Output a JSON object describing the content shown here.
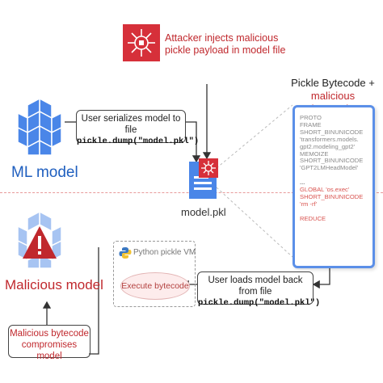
{
  "ml_model": {
    "label": "ML model"
  },
  "malicious_model": {
    "label": "Malicious model"
  },
  "serialize_box": {
    "text": "User serializes model to file",
    "code": "pickle.dump(\"model.pkl\")"
  },
  "attacker": {
    "line1": "Attacker injects malicious",
    "line2": "pickle payload in model file"
  },
  "model_file": {
    "label": "model.pkl"
  },
  "bytecode_panel": {
    "title_line1": "Pickle Bytecode +",
    "title_line2": "malicious bytecode",
    "lines": [
      {
        "text": "PROTO",
        "mal": false
      },
      {
        "text": "FRAME",
        "mal": false
      },
      {
        "text": "SHORT_BINUNICODE",
        "mal": false
      },
      {
        "text": "'transformers.models.",
        "mal": false
      },
      {
        "text": "gpt2.modeling_gpt2'",
        "mal": false
      },
      {
        "text": "MEMOIZE",
        "mal": false
      },
      {
        "text": "SHORT_BINUNICODE",
        "mal": false
      },
      {
        "text": "'GPT2LMHeadModel'",
        "mal": false
      },
      {
        "text": "",
        "mal": false
      },
      {
        "text": "...",
        "mal": false
      },
      {
        "text": "GLOBAL 'os.exec'",
        "mal": true
      },
      {
        "text": "SHORT_BINUNICODE 'rm -rf'",
        "mal": true
      },
      {
        "text": "",
        "mal": false
      },
      {
        "text": "REDUCE",
        "mal": true
      }
    ]
  },
  "load_box": {
    "text": "User loads model back from file",
    "code": "pickle.dump(\"model.pkl\")"
  },
  "vm": {
    "title": "Python pickle VM",
    "exec_label": "Execute bytecode"
  },
  "compromise_box": {
    "line1": "Malicious bytecode",
    "line2": "compromises model"
  },
  "colors": {
    "brand_blue": "#4a86e8",
    "danger_red": "#c0282d",
    "attacker_bg": "#d6303a"
  }
}
